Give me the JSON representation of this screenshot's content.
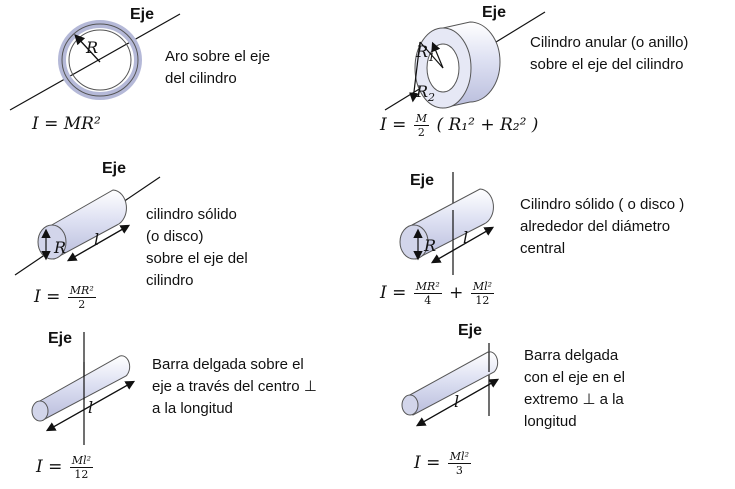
{
  "axis_label": "Eje",
  "panels": {
    "hoop": {
      "label": "Aro sobre el eje\ndel cilindro",
      "formula": "I = MR²",
      "symbol": "R"
    },
    "annular": {
      "label": "Cilindro anular (o anillo)\nsobre el eje del cilindro",
      "formula_left": "I =",
      "formula_num": "M",
      "formula_den": "2",
      "formula_right": "( R₁² + R₂² )",
      "symbol_r1": "R",
      "symbol_r1_sub": "1",
      "symbol_r2": "R",
      "symbol_r2_sub": "2"
    },
    "solid_cyl": {
      "label": "cilindro sólido\n(o disco)\nsobre el eje del\ncilindro",
      "formula_left": "I =",
      "formula_num": "MR²",
      "formula_den": "2",
      "symbol_r": "R",
      "symbol_l": "l"
    },
    "solid_cyl_diam": {
      "label": "Cilindro sólido ( o disco )\nalrededor  del  diámetro\ncentral",
      "formula_left": "I =",
      "formula_num1": "MR²",
      "formula_den1": "4",
      "formula_plus": "+",
      "formula_num2": "Ml²",
      "formula_den2": "12",
      "symbol_r": "R",
      "symbol_l": "l"
    },
    "rod_center": {
      "label": "Barra delgada sobre  el\neje a través del centro ⊥\na la longitud",
      "formula_left": "I =",
      "formula_num": "Ml²",
      "formula_den": "12",
      "symbol_l": "l"
    },
    "rod_end": {
      "label": "Barra delgada\ncon el eje en el\nextremo ⊥ a la\nlongitud",
      "formula_left": "I =",
      "formula_num": "Ml²",
      "formula_den": "3",
      "symbol_l": "l"
    }
  }
}
